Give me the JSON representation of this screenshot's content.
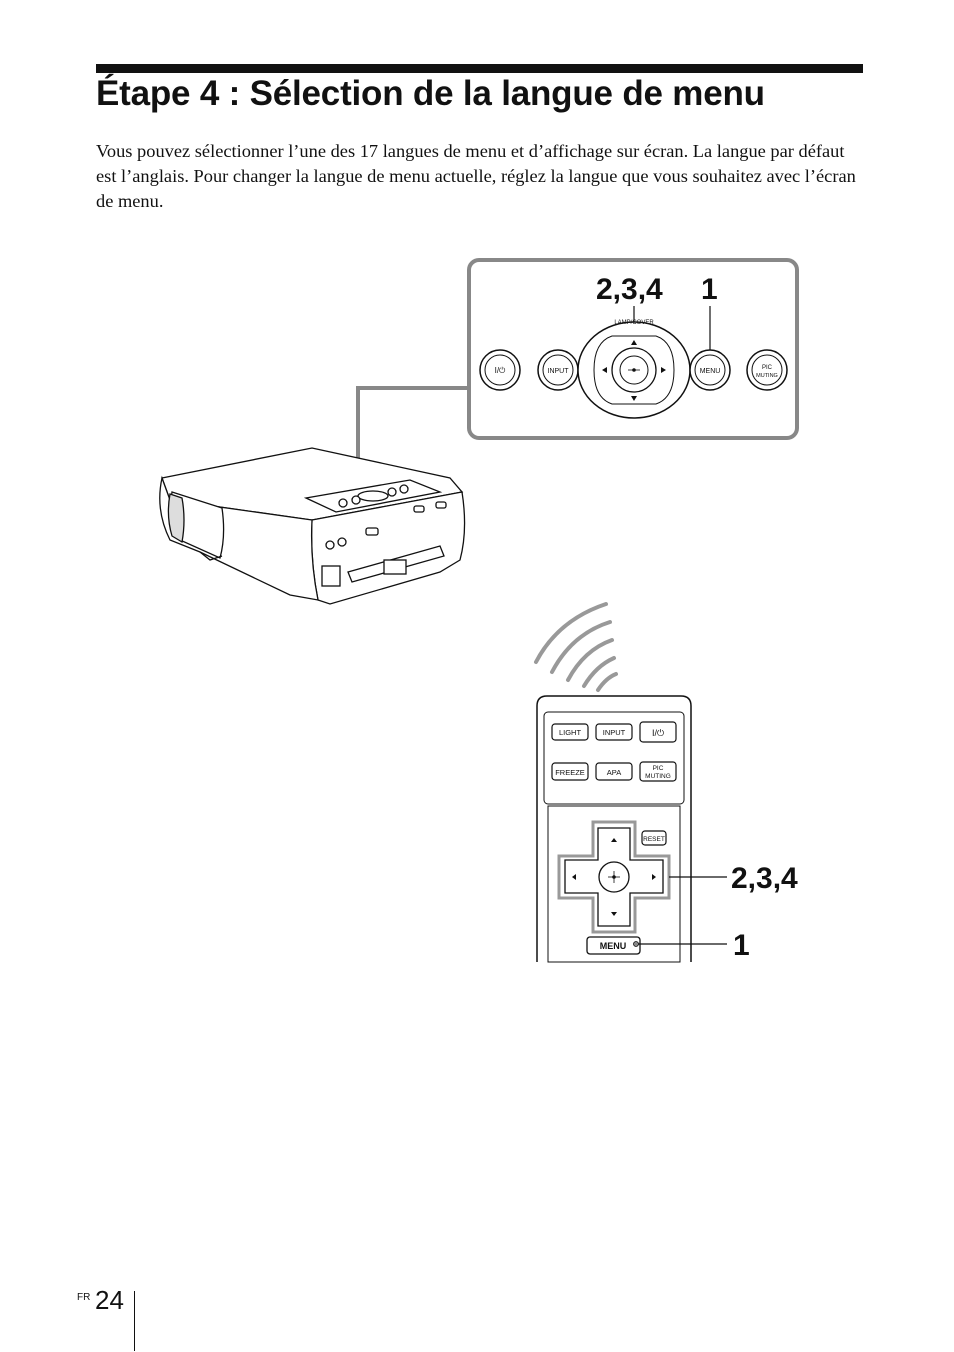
{
  "title": "Étape 4 : Sélection de la langue de menu",
  "intro": "Vous pouvez sélectionner l’une des 17 langues de menu et d’affichage sur écran. La langue par défaut est l’anglais. Pour changer la langue de menu actuelle, réglez la langue que vous souhaitez avec l’écran de menu.",
  "projector_panel": {
    "callout_steps_arrows": "2,3,4",
    "callout_step_menu": "1",
    "lamp_cover_label": "LAMP/COVER",
    "power_label": "I/⏻",
    "input_label": "INPUT",
    "menu_label": "MENU",
    "pic_label": "PIC",
    "muting_label": "MUTING"
  },
  "remote": {
    "light_label": "LIGHT",
    "input_label": "INPUT",
    "power_label": "I/⏻",
    "freeze_label": "FREEZE",
    "apa_label": "APA",
    "pic_label": "PIC",
    "muting_label": "MUTING",
    "reset_label": "RESET",
    "menu_label": "MENU",
    "callout_steps_arrows": "2,3,4",
    "callout_step_menu": "1"
  },
  "footer": {
    "lang": "FR",
    "page": "24"
  }
}
